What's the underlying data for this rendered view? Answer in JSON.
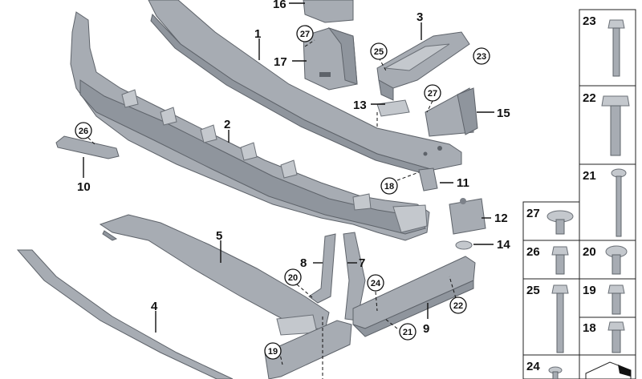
{
  "diagram": {
    "callouts": [
      "1",
      "2",
      "3",
      "4",
      "5",
      "7",
      "8",
      "9",
      "10",
      "11",
      "12",
      "13",
      "14",
      "15",
      "16",
      "17"
    ],
    "circled_refs": [
      "27",
      "25",
      "23",
      "27",
      "26",
      "18",
      "20",
      "24",
      "22",
      "21",
      "19"
    ],
    "hardware_panel": {
      "cells": [
        "23",
        "22",
        "21",
        "27",
        "26",
        "20",
        "25",
        "19",
        "18",
        "24"
      ]
    }
  }
}
